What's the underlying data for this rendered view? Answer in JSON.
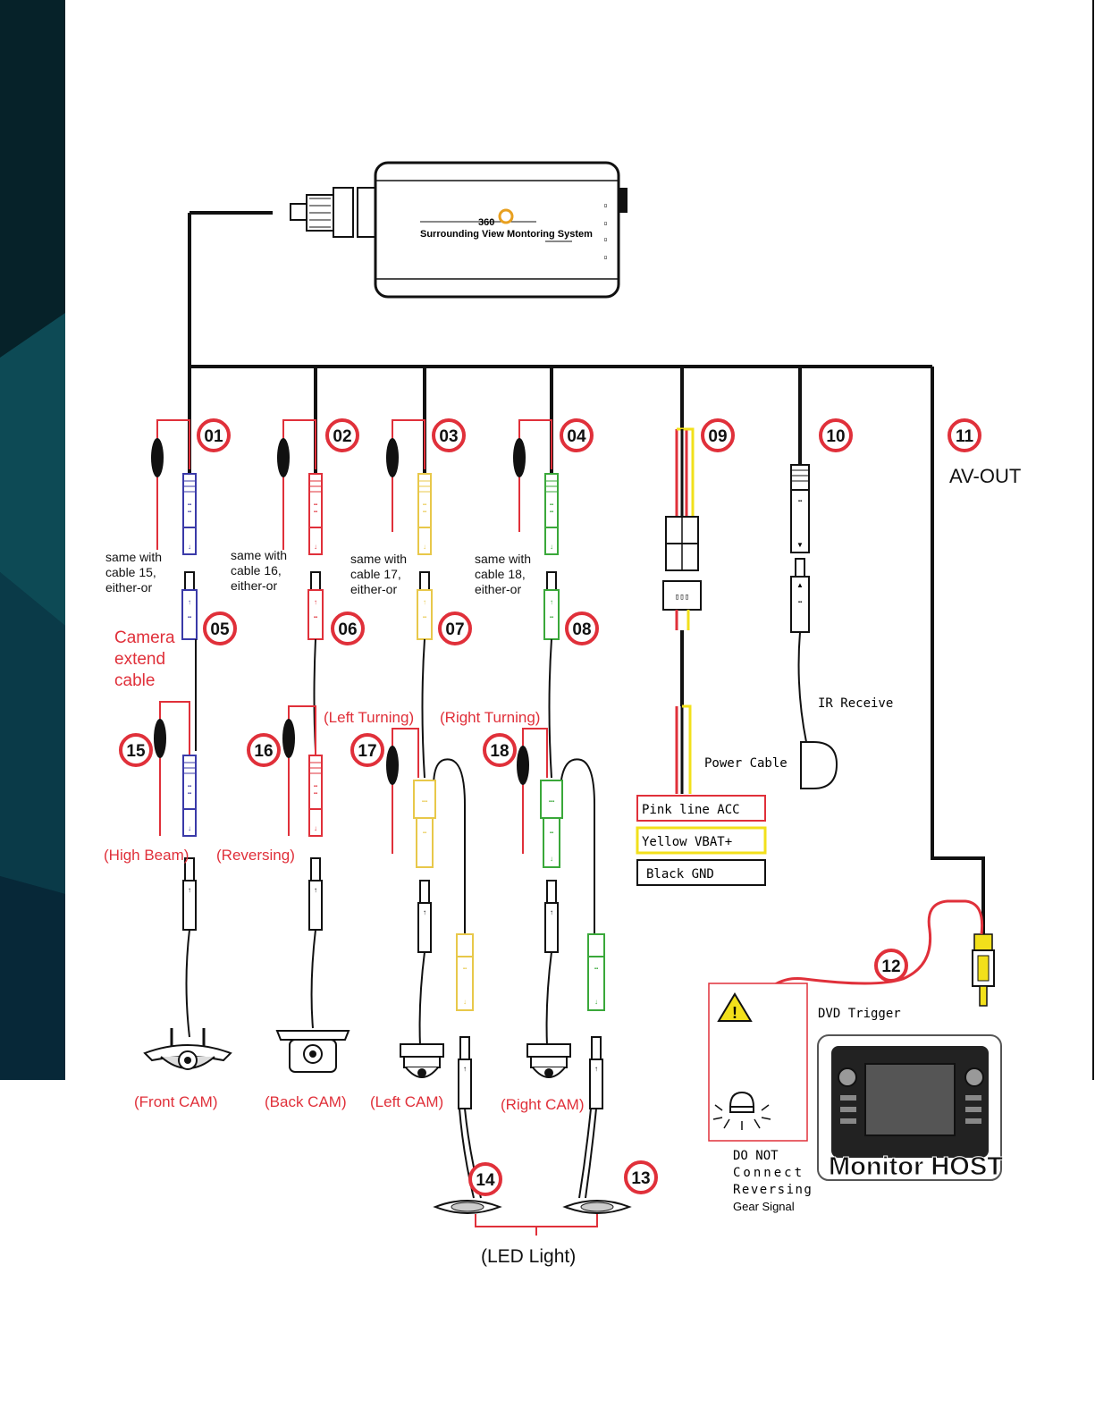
{
  "device": {
    "logo": "360",
    "name": "Surrounding View Montoring System"
  },
  "badges": [
    {
      "id": "01"
    },
    {
      "id": "02"
    },
    {
      "id": "03"
    },
    {
      "id": "04"
    },
    {
      "id": "05"
    },
    {
      "id": "06"
    },
    {
      "id": "07"
    },
    {
      "id": "08"
    },
    {
      "id": "09"
    },
    {
      "id": "10"
    },
    {
      "id": "11"
    },
    {
      "id": "12"
    },
    {
      "id": "13"
    },
    {
      "id": "14"
    },
    {
      "id": "15"
    },
    {
      "id": "16"
    },
    {
      "id": "17"
    },
    {
      "id": "18"
    }
  ],
  "notes": {
    "c1": [
      "same with",
      "cable 15,",
      "either-or"
    ],
    "c2": [
      "same with",
      "cable 16,",
      "either-or"
    ],
    "c3": [
      "same with",
      "cable 17,",
      "either-or"
    ],
    "c4": [
      "same with",
      "cable 18,",
      "either-or"
    ]
  },
  "labels": {
    "camera_extend": [
      "Camera",
      "extend",
      "cable"
    ],
    "left_turning": "(Left Turning)",
    "right_turning": "(Right Turning)",
    "high_beam": "(High Beam)",
    "reversing": "(Reversing)",
    "front_cam": "(Front CAM)",
    "back_cam": "(Back CAM)",
    "left_cam": "(Left CAM)",
    "right_cam": "(Right CAM)",
    "led_light": "(LED Light)",
    "av_out": "AV-OUT",
    "ir_receive": "IR Receive",
    "power_cable": "Power Cable",
    "dvd_trigger": "DVD Trigger",
    "monitor_host": "Monitor HOST",
    "warning": [
      "DO     NOT",
      "Connect",
      "Reversing",
      "Gear Signal"
    ]
  },
  "power_legend": [
    {
      "text": "Pink line ACC",
      "color": "#e0303a"
    },
    {
      "text": "Yellow VBAT+",
      "color": "#f2e01b"
    },
    {
      "text": "Black GND",
      "color": "#111111"
    }
  ],
  "colors": {
    "blue": "#3a3aa8",
    "red": "#e0303a",
    "yellow": "#e8c84a",
    "green": "#3aa83a",
    "black": "#111111"
  }
}
